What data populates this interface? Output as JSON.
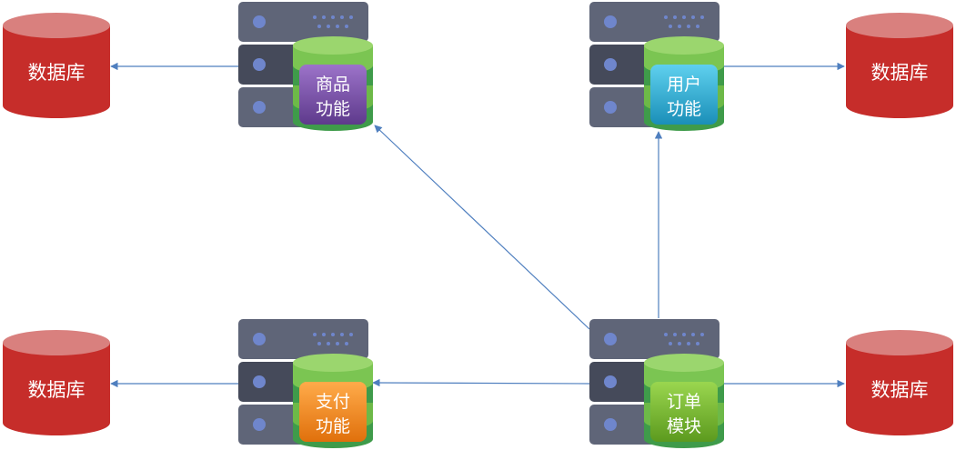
{
  "databases": [
    {
      "id": "db-top-left",
      "label": "数据库"
    },
    {
      "id": "db-top-right",
      "label": "数据库"
    },
    {
      "id": "db-bottom-left",
      "label": "数据库"
    },
    {
      "id": "db-bottom-right",
      "label": "数据库"
    }
  ],
  "services": {
    "product": {
      "line1": "商品",
      "line2": "功能",
      "color": "#7b4fa8"
    },
    "user": {
      "line1": "用户",
      "line2": "功能",
      "color": "#29b0d6"
    },
    "payment": {
      "line1": "支付",
      "line2": "功能",
      "color": "#f08a1c"
    },
    "order": {
      "line1": "订单",
      "line2": "模块",
      "color": "#7ab82e"
    }
  },
  "colors": {
    "database": "#c62d2a",
    "database_top": "#d9807e",
    "server_body": "#5f6578",
    "server_dark": "#454a5a",
    "server_dot": "#6f86cc",
    "stack_green": "#7bc552",
    "stack_green_dark": "#3f9b4a",
    "arrow": "#4f7fbf"
  },
  "icons": {
    "server": "server-icon",
    "database": "database-icon",
    "stack": "stack-icon"
  }
}
